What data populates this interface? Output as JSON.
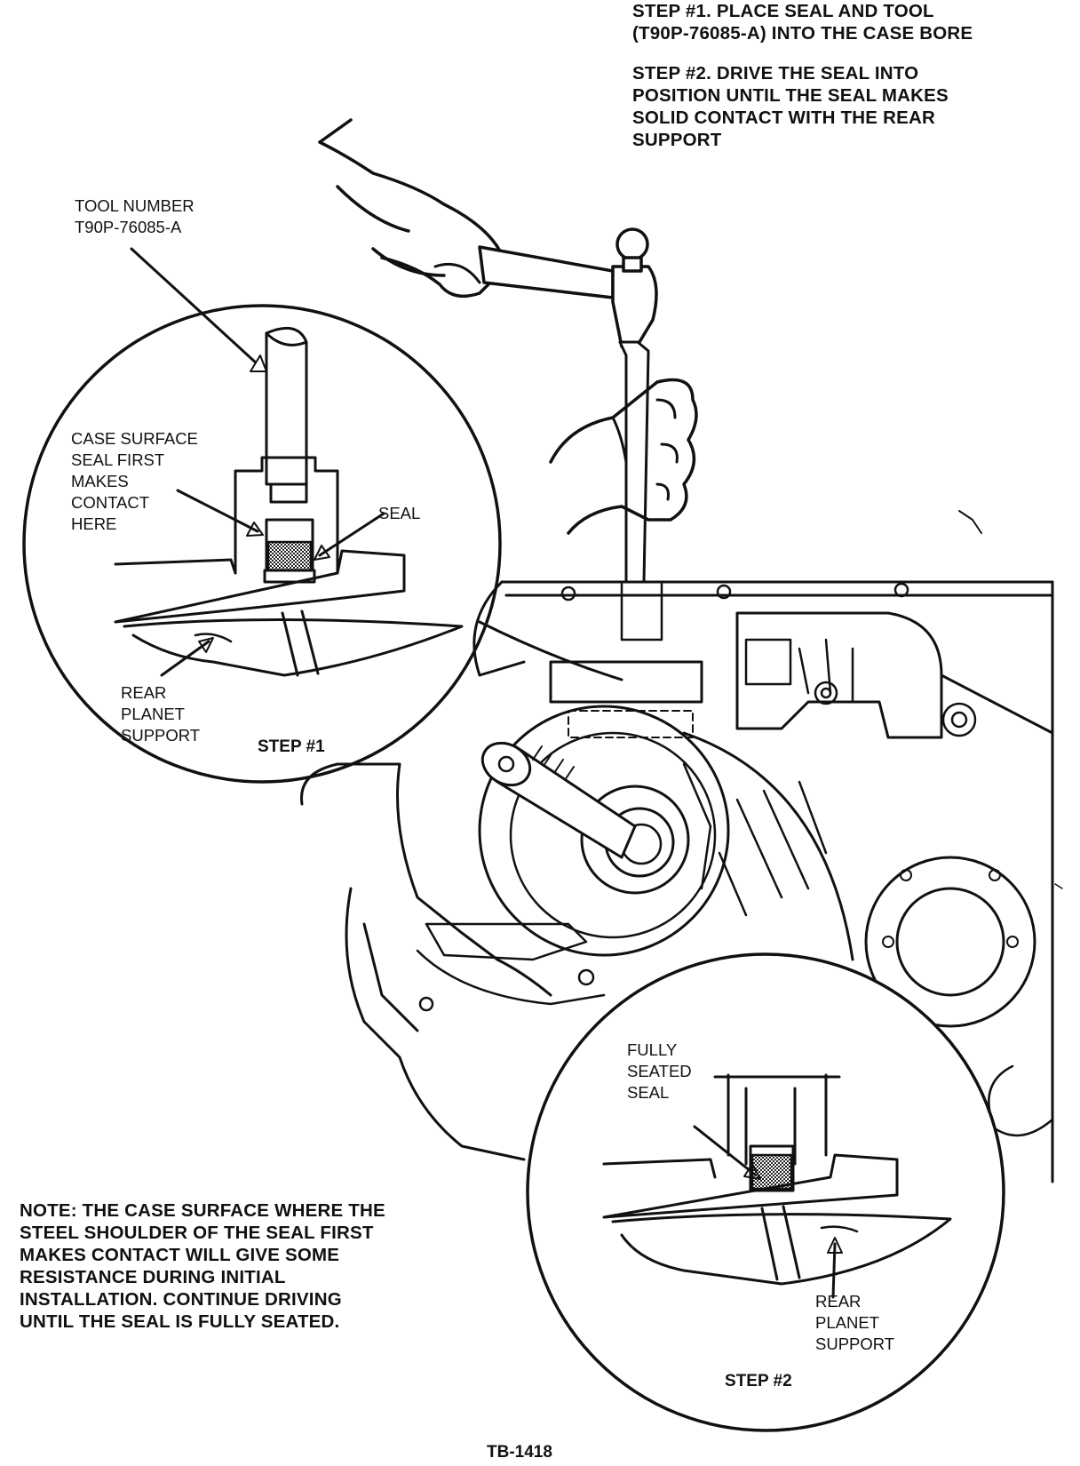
{
  "instructions": {
    "step1_line1": "STEP #1. PLACE SEAL AND TOOL",
    "step1_line2": "(T90P-76085-A) INTO THE CASE BORE",
    "step2_line1": "STEP #2. DRIVE THE SEAL INTO",
    "step2_line2": "POSITION UNTIL THE SEAL MAKES",
    "step2_line3": "SOLID CONTACT WITH THE REAR",
    "step2_line4": "SUPPORT"
  },
  "detail1": {
    "tool_line1": "TOOL NUMBER",
    "tool_line2": "T90P-76085-A",
    "case_line1": "CASE SURFACE",
    "case_line2": "SEAL FIRST",
    "case_line3": "MAKES",
    "case_line4": "CONTACT",
    "case_line5": "HERE",
    "seal": "SEAL",
    "support_line1": "REAR",
    "support_line2": "PLANET",
    "support_line3": "SUPPORT",
    "step_label": "STEP #1"
  },
  "detail2": {
    "seated_line1": "FULLY",
    "seated_line2": "SEATED",
    "seated_line3": "SEAL",
    "support_line1": "REAR",
    "support_line2": "PLANET",
    "support_line3": "SUPPORT",
    "step_label": "STEP #2"
  },
  "note": {
    "line1": "NOTE: THE CASE SURFACE WHERE THE",
    "line2": "STEEL SHOULDER OF THE SEAL FIRST",
    "line3": "MAKES CONTACT WILL GIVE SOME",
    "line4": "RESISTANCE DURING INITIAL",
    "line5": "INSTALLATION. CONTINUE DRIVING",
    "line6": "UNTIL THE SEAL IS FULLY SEATED."
  },
  "figure_id": "TB-1418",
  "colors": {
    "ink": "#111111",
    "paper": "#ffffff",
    "seal_texture": "#333333"
  }
}
